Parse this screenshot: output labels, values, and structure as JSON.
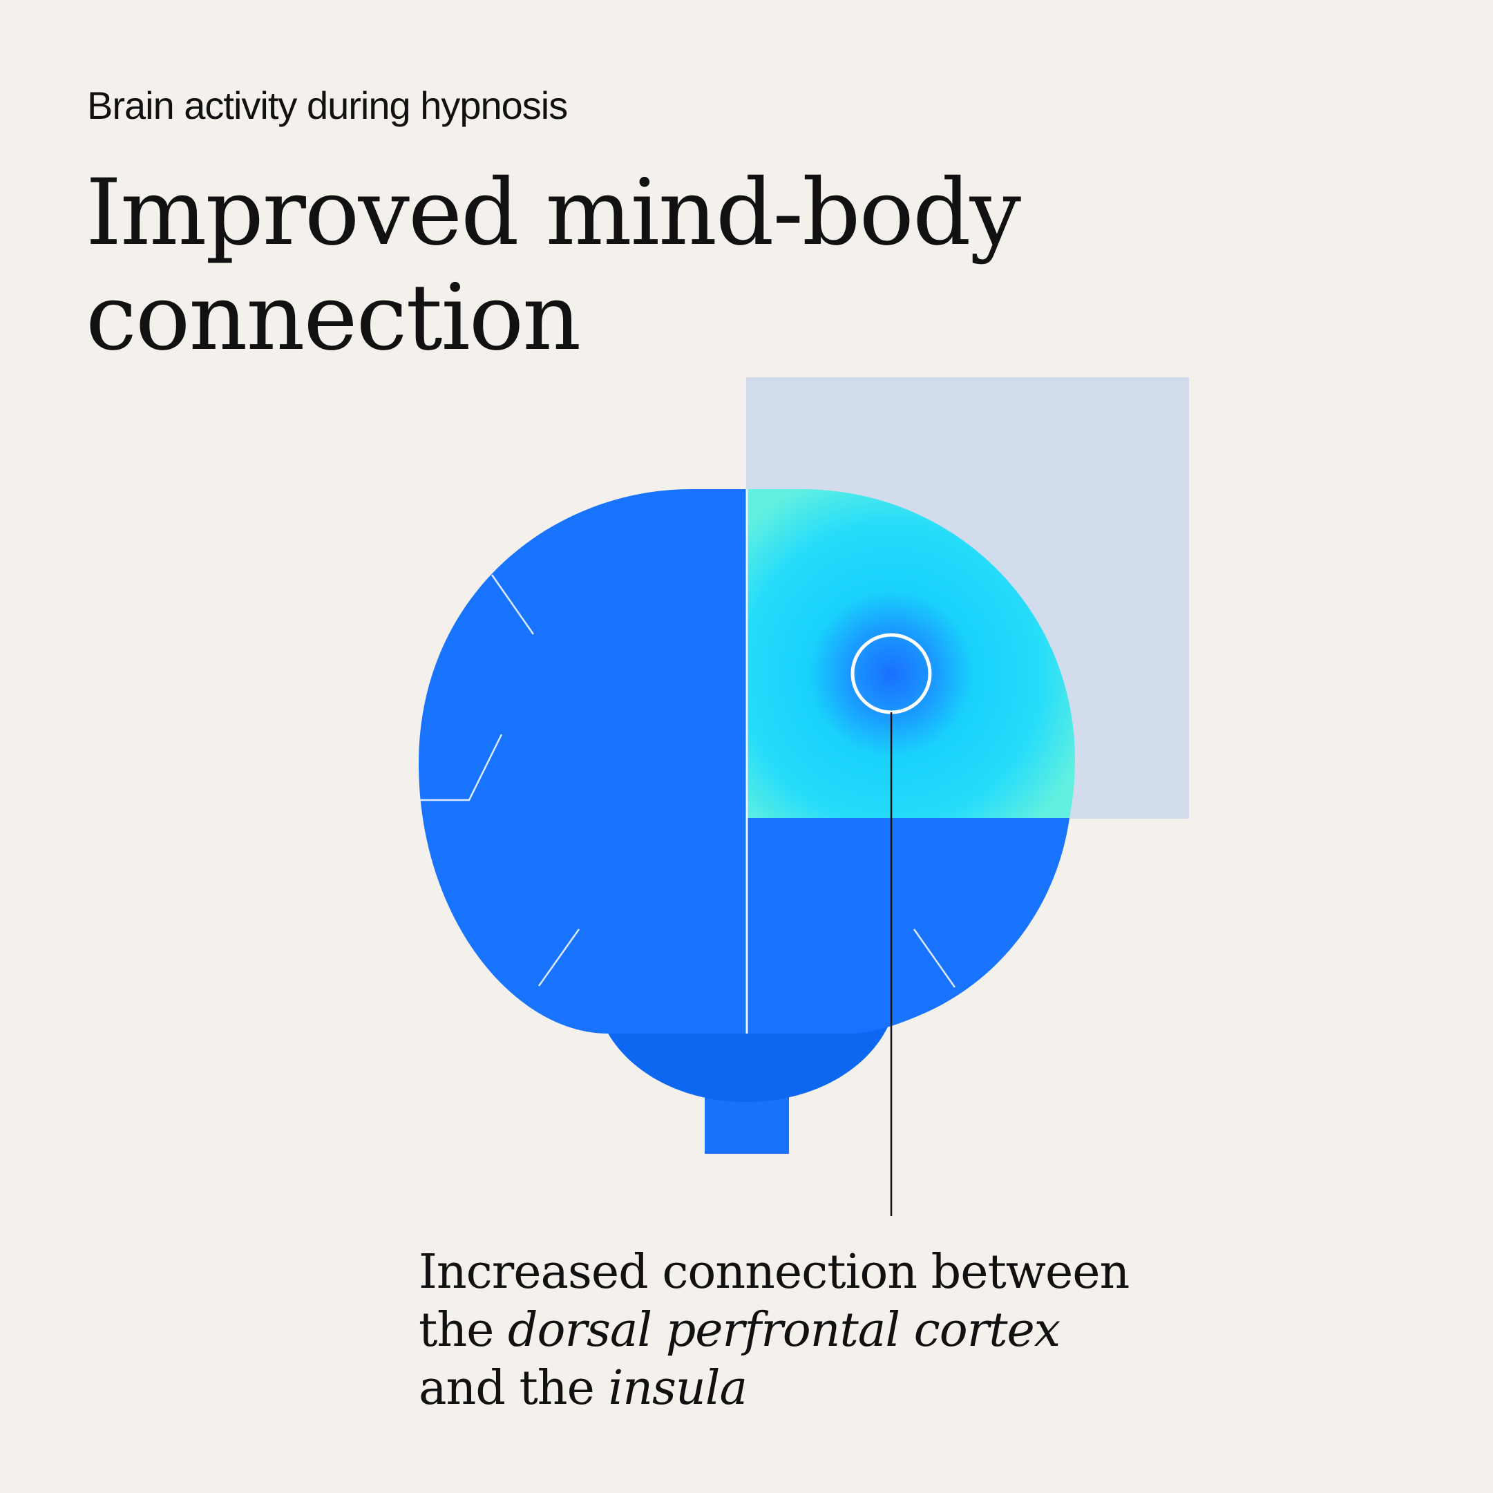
{
  "header": {
    "eyebrow": "Brain activity during hypnosis",
    "headline_line1": "Improved mind-body",
    "headline_line2": "connection"
  },
  "caption": {
    "line1": "Increased connection between",
    "line2_prefix": "the ",
    "line2_em": "dorsal perfrontal cortex",
    "line3_prefix": "and the ",
    "line3_em": "insula"
  },
  "colors": {
    "background": "#f4f0ec",
    "brain_blue": "#1874fe",
    "brainstem_blue": "#0d66f0",
    "highlight_cyan": "#19d4fc",
    "highlight_edge": "#62f0e0",
    "overlay_square": "#d2dcec",
    "text": "#111111"
  },
  "icons": [
    "brain-illustration",
    "highlight-ring-icon"
  ]
}
